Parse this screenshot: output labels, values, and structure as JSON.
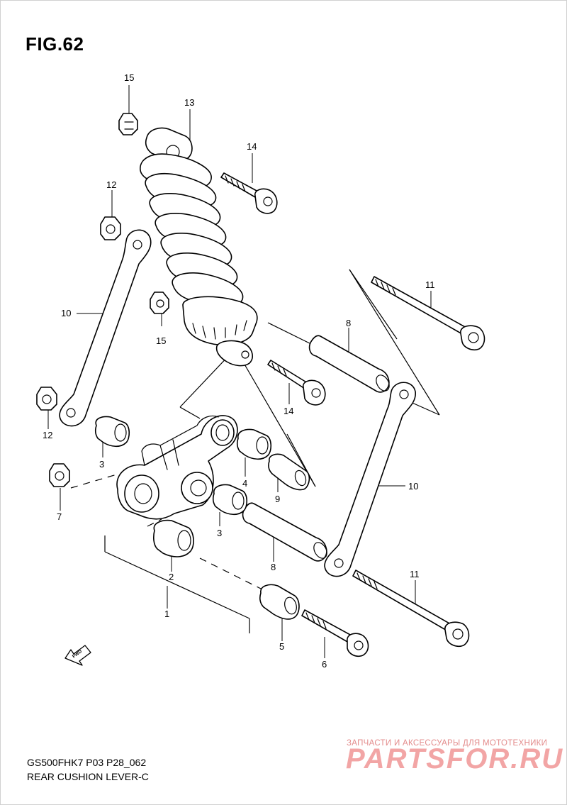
{
  "figure": {
    "title": "FIG.62"
  },
  "callouts": [
    {
      "id": "c15a",
      "text": "15"
    },
    {
      "id": "c13",
      "text": "13"
    },
    {
      "id": "c14a",
      "text": "14"
    },
    {
      "id": "c12a",
      "text": "12"
    },
    {
      "id": "c11a",
      "text": "11"
    },
    {
      "id": "c10a",
      "text": "10"
    },
    {
      "id": "c15b",
      "text": "15"
    },
    {
      "id": "c8a",
      "text": "8"
    },
    {
      "id": "c14b",
      "text": "14"
    },
    {
      "id": "c12b",
      "text": "12"
    },
    {
      "id": "c3a",
      "text": "3"
    },
    {
      "id": "c4",
      "text": "4"
    },
    {
      "id": "c9",
      "text": "9"
    },
    {
      "id": "c10b",
      "text": "10"
    },
    {
      "id": "c7",
      "text": "7"
    },
    {
      "id": "c3b",
      "text": "3"
    },
    {
      "id": "c2",
      "text": "2"
    },
    {
      "id": "c8b",
      "text": "8"
    },
    {
      "id": "c11b",
      "text": "11"
    },
    {
      "id": "c1",
      "text": "1"
    },
    {
      "id": "c5",
      "text": "5"
    },
    {
      "id": "c6",
      "text": "6"
    }
  ],
  "fwd_label": "FWD",
  "footer": {
    "code": "GS500FHK7 P03 P28_062",
    "caption": "REAR CUSHION LEVER-C"
  },
  "watermark": {
    "tagline": "ЗАПЧАСТИ И АКСЕССУАРЫ ДЛЯ МОТОТЕХНИКИ",
    "logo": "PARTSFOR.RU"
  }
}
